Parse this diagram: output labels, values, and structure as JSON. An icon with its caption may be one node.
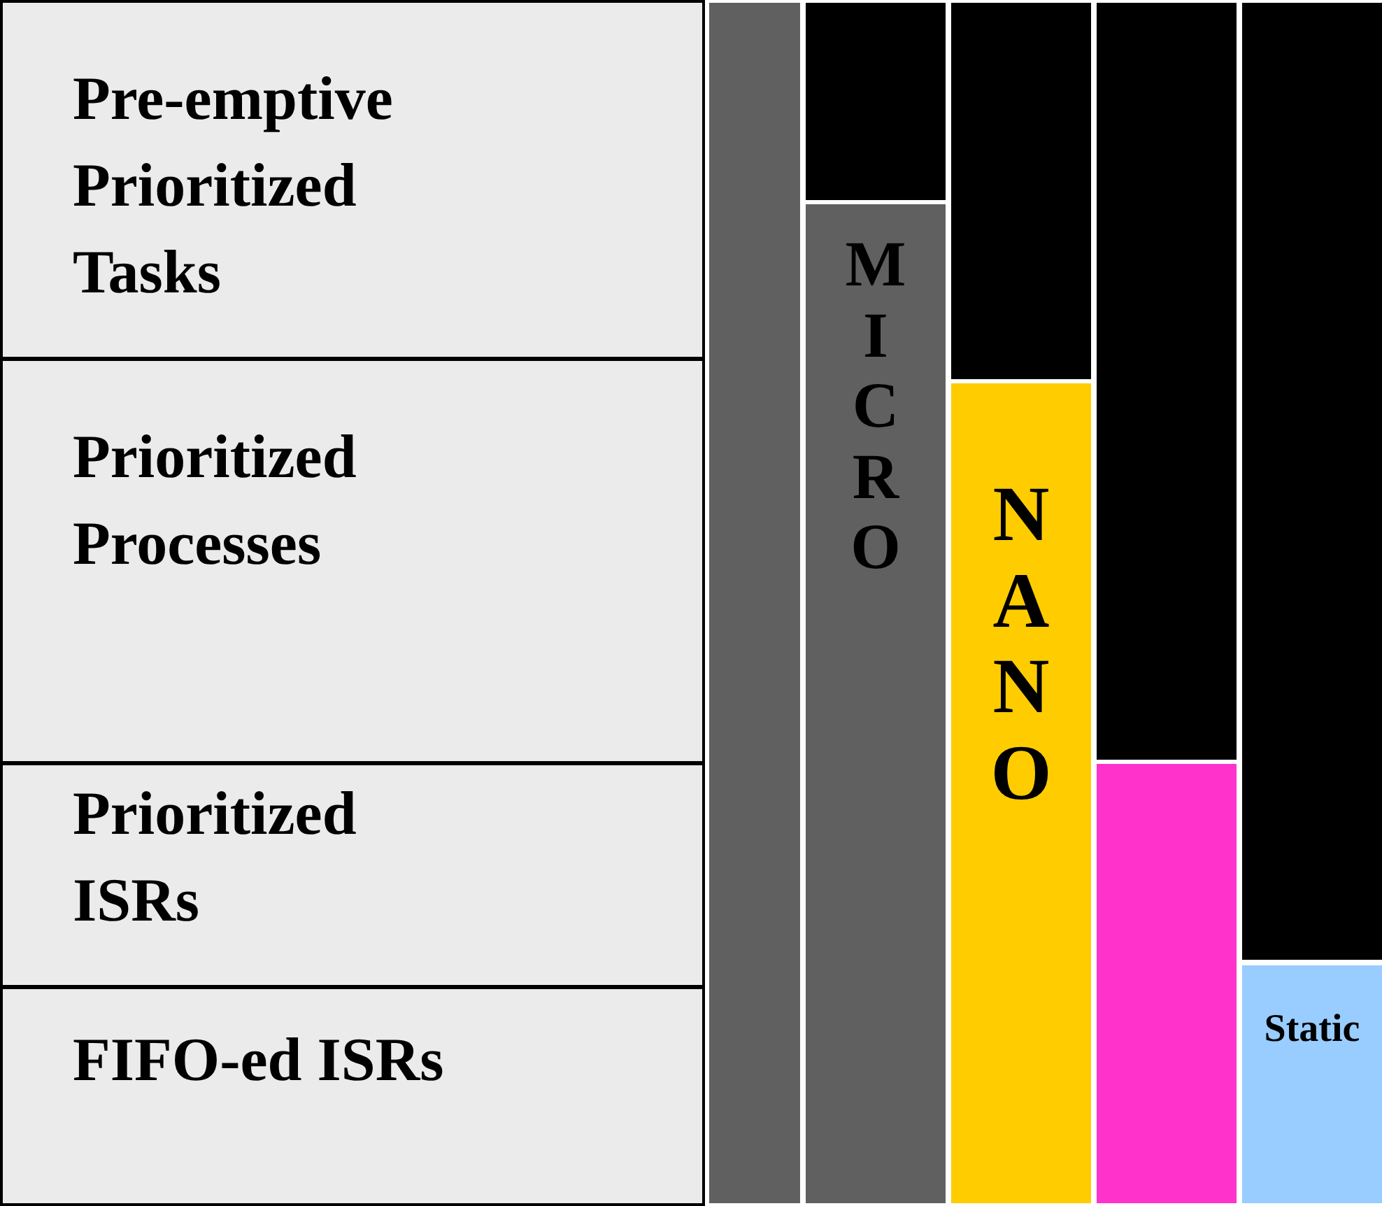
{
  "diagram": {
    "nodes": [
      {
        "text": [
          "Pre-emptive Prioritized Tasks"
        ]
      },
      {
        "text": [
          "Prioritized Processes"
        ]
      },
      {
        "text": [
          "Prioritized ISRs"
        ]
      },
      {
        "text": [
          "FIFO-ed ISRs"
        ]
      },
      {
        "text": [],
        "shape": "bar"
      },
      {
        "text": [],
        "shape": "bar"
      },
      {
        "text": [
          "MICRO"
        ]
      },
      {
        "text": [],
        "shape": "bar"
      },
      {
        "text": [
          "NANO"
        ]
      },
      {
        "text": [],
        "shape": "bar"
      },
      {
        "text": [],
        "shape": "bar"
      },
      {
        "text": [],
        "shape": "bar"
      },
      {
        "text": [
          "Static"
        ]
      }
    ],
    "edges": []
  }
}
